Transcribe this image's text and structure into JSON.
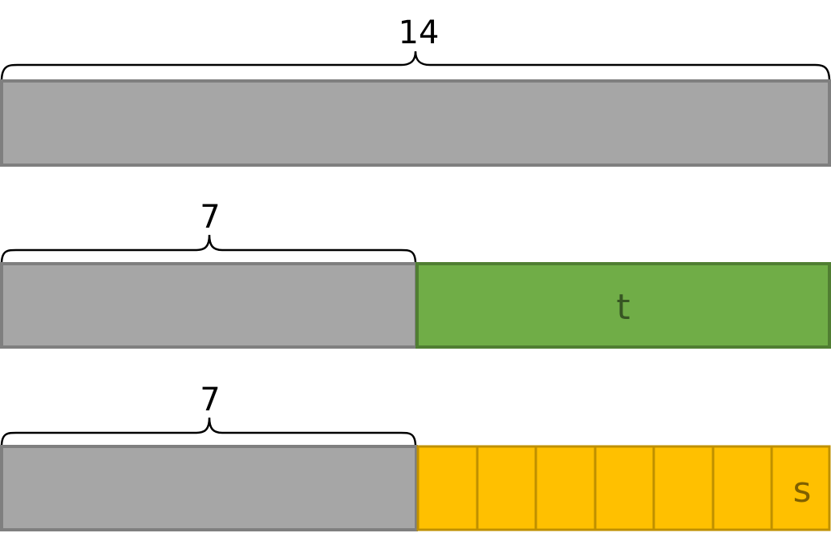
{
  "colors": {
    "gray_fill": "#a6a6a6",
    "gray_stroke": "#7f7f7f",
    "green_fill": "#70ad47",
    "green_stroke": "#507e32",
    "green_text": "#375623",
    "yellow_fill": "#ffc000",
    "yellow_stroke": "#bf9000",
    "yellow_text": "#7f6000",
    "brace": "#000000"
  },
  "rows": [
    {
      "brace_label": "14",
      "segments": [
        {
          "label": "",
          "color": "gray"
        }
      ]
    },
    {
      "brace_label": "7",
      "segments": [
        {
          "label": "",
          "color": "gray"
        },
        {
          "label": "t",
          "color": "green"
        }
      ]
    },
    {
      "brace_label": "7",
      "segments": [
        {
          "label": "",
          "color": "gray"
        },
        {
          "label": "s",
          "color": "yellow",
          "subdivisions": 7
        }
      ]
    }
  ]
}
